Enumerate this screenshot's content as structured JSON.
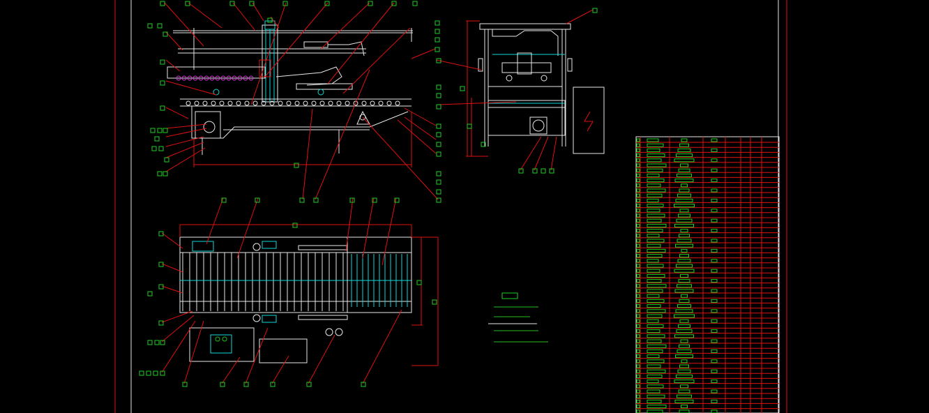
{
  "drawing": {
    "background": "#000000",
    "colors": {
      "frame": "#e01010",
      "outline": "#e8e8e8",
      "cyan": "#10d8d8",
      "balloon": "#20d020",
      "yellow": "#d8d820",
      "magenta": "#d030d0"
    },
    "notes": {
      "title": "",
      "items": [
        "",
        "",
        "",
        ""
      ]
    },
    "views": [
      "front-view",
      "side-view",
      "top-view",
      "parts-list-table"
    ]
  }
}
